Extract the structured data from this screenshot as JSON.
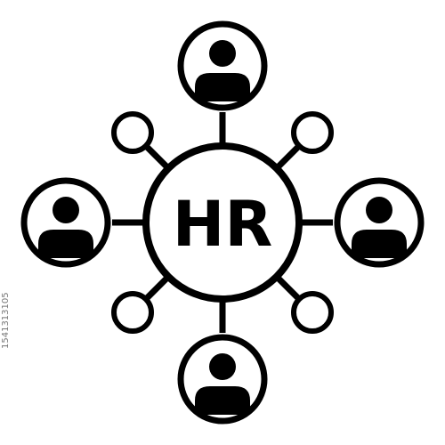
{
  "icon": {
    "label": "HR",
    "semantic": "hr-network-icon",
    "people_count": 4,
    "small_node_count": 4
  },
  "watermark": {
    "id_text": "1541313105"
  },
  "colors": {
    "stroke": "#000000",
    "fill": "#000000",
    "background": "#ffffff"
  }
}
